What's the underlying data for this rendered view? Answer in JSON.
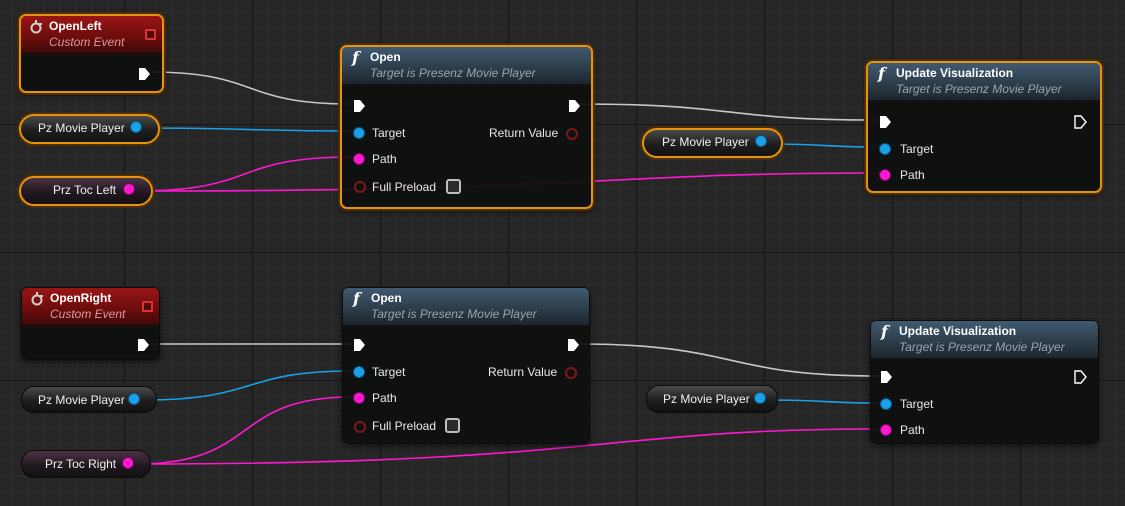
{
  "graph": {
    "row1": {
      "event": {
        "title": "OpenLeft",
        "subtitle": "Custom Event"
      },
      "movie_player_var": "Pz Movie Player",
      "toc_var": "Prz Toc Left",
      "open_node": {
        "title": "Open",
        "subtitle": "Target is Presenz Movie Player",
        "pins": {
          "target": "Target",
          "path": "Path",
          "full_preload": "Full Preload",
          "return_value": "Return Value"
        }
      },
      "movie_player_var2": "Pz Movie Player",
      "update_node": {
        "title": "Update Visualization",
        "subtitle": "Target is Presenz Movie Player",
        "pins": {
          "target": "Target",
          "path": "Path"
        }
      }
    },
    "row2": {
      "event": {
        "title": "OpenRight",
        "subtitle": "Custom Event"
      },
      "movie_player_var": "Pz Movie Player",
      "toc_var": "Prz Toc Right",
      "open_node": {
        "title": "Open",
        "subtitle": "Target is Presenz Movie Player",
        "pins": {
          "target": "Target",
          "path": "Path",
          "full_preload": "Full Preload",
          "return_value": "Return Value"
        }
      },
      "movie_player_var2": "Pz Movie Player",
      "update_node": {
        "title": "Update Visualization",
        "subtitle": "Target is Presenz Movie Player",
        "pins": {
          "target": "Target",
          "path": "Path"
        }
      }
    }
  },
  "colors": {
    "exec_wire": "#c8c8c8",
    "object_wire": "#1aa1ea",
    "string_wire": "#ff18d0",
    "selection": "#e5940f",
    "function_header": "#415a70",
    "event_header": "#9a1515"
  },
  "icons": {
    "function": "function-f-icon",
    "event": "custom-event-icon",
    "delegate": "delegate-pin-icon",
    "exec": "exec-pin-icon"
  }
}
